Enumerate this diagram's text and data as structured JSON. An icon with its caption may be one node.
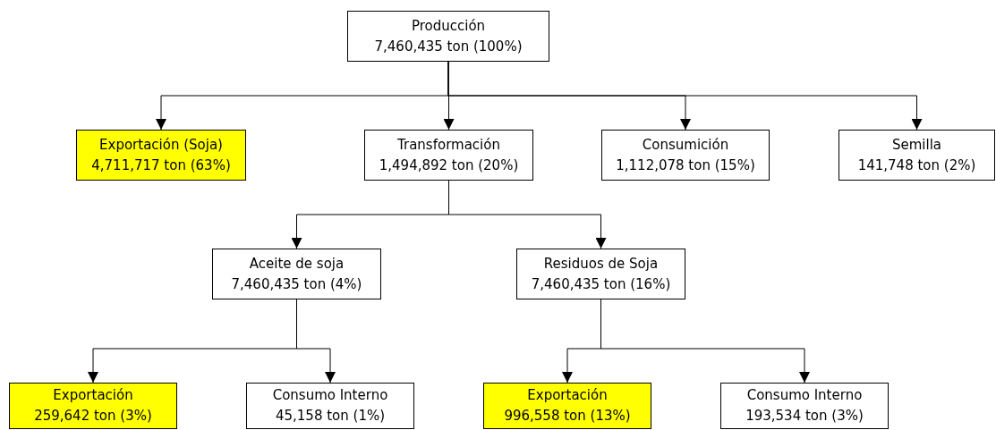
{
  "diagram": {
    "nodes": [
      {
        "text": [
          "Producción",
          "7,460,435 ton (100%)"
        ]
      },
      {
        "text": [
          "Exportación (Soja)",
          "4,711,717 ton (63%)"
        ]
      },
      {
        "text": [
          "Transformación",
          "1,494,892 ton (20%)"
        ]
      },
      {
        "text": [
          "Consumición",
          "1,112,078 ton (15%)"
        ]
      },
      {
        "text": [
          "Semilla",
          "141,748 ton (2%)"
        ]
      },
      {
        "text": [
          "Aceite de soja",
          "7,460,435 ton (4%)"
        ]
      },
      {
        "text": [
          "Residuos de Soja",
          "7,460,435 ton (16%)"
        ]
      },
      {
        "text": [
          "Exportación",
          "259,642 ton (3%)"
        ]
      },
      {
        "text": [
          "Consumo Interno",
          "45,158 ton (1%)"
        ]
      },
      {
        "text": [
          "Exportación",
          "996,558 ton (13%)"
        ]
      },
      {
        "text": [
          "Consumo Interno",
          "193,534 ton (3%)"
        ]
      }
    ],
    "edges": [
      {
        "from": 0,
        "to": 1,
        "arrow": "to"
      },
      {
        "from": 0,
        "to": 2,
        "arrow": "to"
      },
      {
        "from": 0,
        "to": 3,
        "arrow": "to"
      },
      {
        "from": 0,
        "to": 4,
        "arrow": "to"
      },
      {
        "from": 2,
        "to": 5,
        "arrow": "to"
      },
      {
        "from": 2,
        "to": 6,
        "arrow": "to"
      },
      {
        "from": 5,
        "to": 7,
        "arrow": "to"
      },
      {
        "from": 5,
        "to": 8,
        "arrow": "to"
      },
      {
        "from": 6,
        "to": 9,
        "arrow": "to"
      },
      {
        "from": 6,
        "to": 10,
        "arrow": "to"
      }
    ]
  }
}
